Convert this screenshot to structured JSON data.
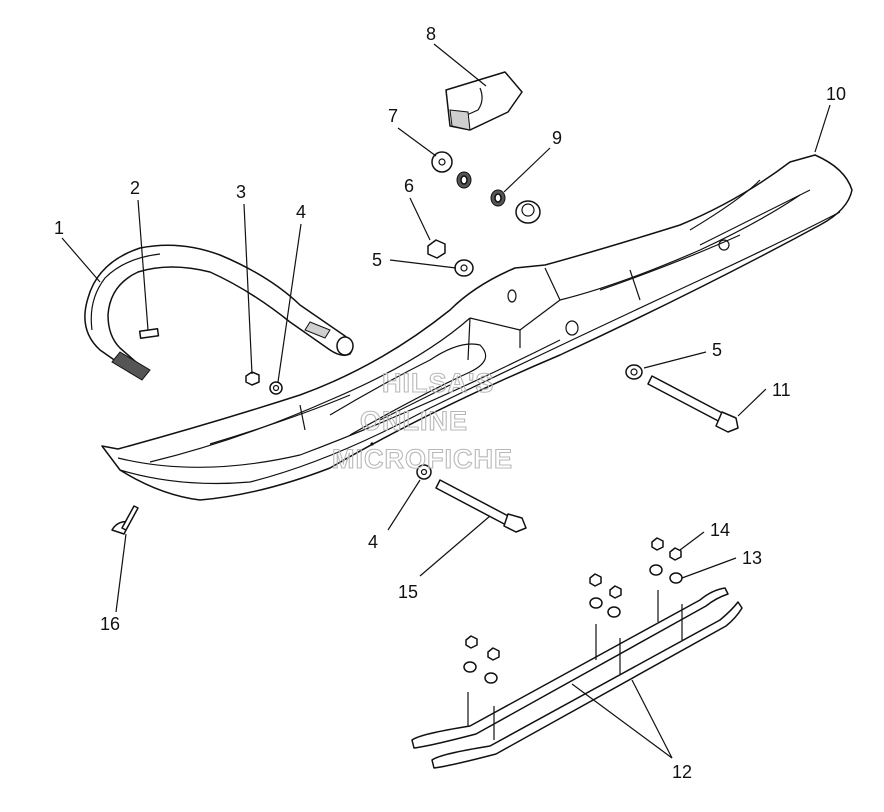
{
  "watermark": {
    "line1": "HILSA'S",
    "line2": "ONLINE",
    "line3": "MICROFICHE"
  },
  "callouts": [
    {
      "id": "1",
      "text": "1"
    },
    {
      "id": "2",
      "text": "2"
    },
    {
      "id": "3",
      "text": "3"
    },
    {
      "id": "4a",
      "text": "4"
    },
    {
      "id": "4b",
      "text": "4"
    },
    {
      "id": "5a",
      "text": "5"
    },
    {
      "id": "5b",
      "text": "5"
    },
    {
      "id": "6",
      "text": "6"
    },
    {
      "id": "7",
      "text": "7"
    },
    {
      "id": "8",
      "text": "8"
    },
    {
      "id": "9",
      "text": "9"
    },
    {
      "id": "10",
      "text": "10"
    },
    {
      "id": "11",
      "text": "11"
    },
    {
      "id": "12",
      "text": "12"
    },
    {
      "id": "13",
      "text": "13"
    },
    {
      "id": "14",
      "text": "14"
    },
    {
      "id": "15",
      "text": "15"
    },
    {
      "id": "16",
      "text": "16"
    }
  ]
}
